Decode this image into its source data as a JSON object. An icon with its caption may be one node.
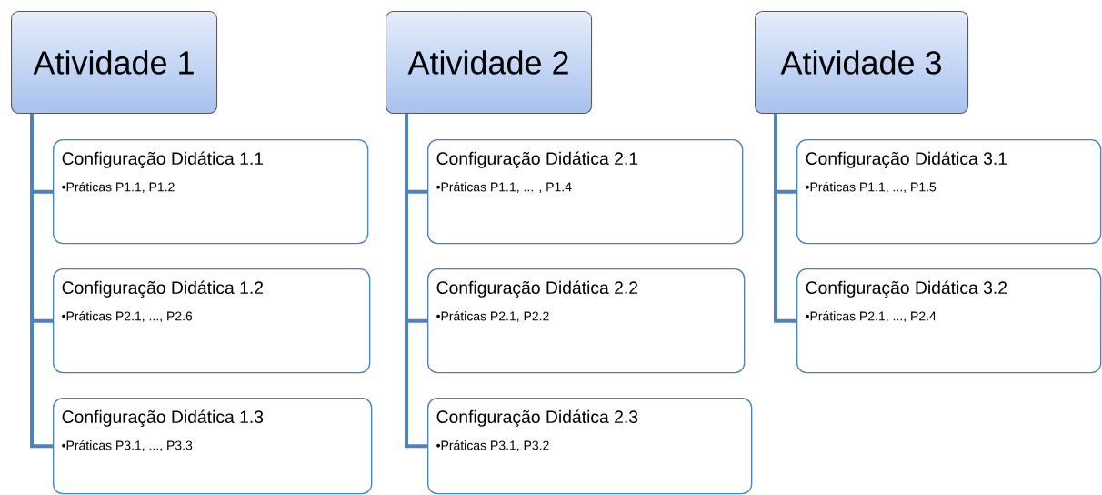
{
  "diagram": {
    "nodes": [
      {
        "text": [
          "Atividade 1"
        ]
      },
      {
        "text": [
          "Configuração Didática 1.1",
          "•Práticas P1.1, P1.2"
        ]
      },
      {
        "text": [
          "Configuração Didática 1.2",
          "•Práticas P2.1, ..., P2.6"
        ]
      },
      {
        "text": [
          "Configuração Didática 1.3",
          "•Práticas P3.1, ..., P3.3"
        ]
      },
      {
        "text": [
          "Atividade 2"
        ]
      },
      {
        "text": [
          "Configuração Didática 2.1",
          "•Práticas P1.1, ... , P1.4"
        ]
      },
      {
        "text": [
          "Configuração Didática 2.2",
          "•Práticas P2.1, P2.2"
        ]
      },
      {
        "text": [
          "Configuração Didática 2.3",
          "•Práticas P3.1, P3.2"
        ]
      },
      {
        "text": [
          "Atividade 3"
        ]
      },
      {
        "text": [
          "Configuração Didática 3.1",
          "•Práticas P1.1, ..., P1.5"
        ]
      },
      {
        "text": [
          "Configuração Didática 3.2",
          "•Práticas P2.1, ..., P2.4"
        ]
      }
    ],
    "edges": [
      {
        "from": 0,
        "to": 1,
        "arrow": "none"
      },
      {
        "from": 0,
        "to": 2,
        "arrow": "none"
      },
      {
        "from": 0,
        "to": 3,
        "arrow": "none"
      },
      {
        "from": 4,
        "to": 5,
        "arrow": "none"
      },
      {
        "from": 4,
        "to": 6,
        "arrow": "none"
      },
      {
        "from": 4,
        "to": 7,
        "arrow": "none"
      },
      {
        "from": 8,
        "to": 9,
        "arrow": "none"
      },
      {
        "from": 8,
        "to": 10,
        "arrow": "none"
      }
    ]
  }
}
